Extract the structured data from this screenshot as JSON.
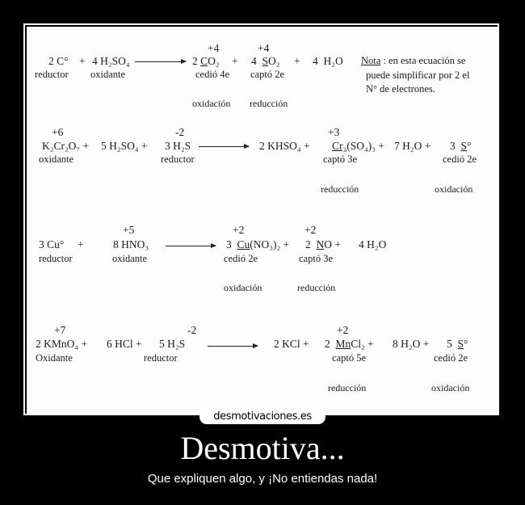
{
  "poster": {
    "watermark": "desmotivaciones.es",
    "title": "Desmotiva...",
    "subtitle": "Que expliquen algo, y ¡No entiendas nada!"
  },
  "colors": {
    "background": "#000000",
    "frame": "#ffffff",
    "canvas": "#fdfdfd",
    "text": "#1a1a1a"
  },
  "equations": [
    {
      "id": "eq1",
      "reactants": [
        "2 C°",
        "+",
        "4 H₂SO₄"
      ],
      "products": [
        "2 CO₂",
        "+",
        "4 SO₂",
        "+",
        "4 H₂O"
      ],
      "oxidation_states": [
        "+4",
        "+4"
      ],
      "roles": [
        "reductor",
        "oxidante"
      ],
      "electrons": [
        "cedió 4e",
        "captó 2e"
      ],
      "processes": [
        "oxidación",
        "reducción"
      ],
      "note": {
        "label": "Nota",
        "line1": " : en esta ecuación se",
        "line2": "puede simplificar por 2 el",
        "line3": "N° de electrones."
      }
    },
    {
      "id": "eq2",
      "reactants": [
        "K₂Cr₂O₇ +",
        "5  H₂SO₄ +",
        "3 H₂S"
      ],
      "products": [
        "2 KHSO₄ +",
        "Cr₂(SO₄)₃ +",
        "7  H₂O +",
        "3  S°"
      ],
      "oxidation_states": [
        "+6",
        "-2",
        "+3"
      ],
      "roles": [
        "oxidante",
        "reductor"
      ],
      "electrons": [
        "captó 3e",
        "cedió  2e"
      ],
      "processes": [
        "reducción",
        "oxidación"
      ]
    },
    {
      "id": "eq3",
      "reactants": [
        "3 Cu°",
        "+",
        "8  HNO₃"
      ],
      "products": [
        "3  Cu(NO₃)₂ +",
        "2  NO +",
        "4 H₂O"
      ],
      "oxidation_states": [
        "+5",
        "+2",
        "+2"
      ],
      "roles": [
        "reductor",
        "oxidante"
      ],
      "electrons": [
        "cedió 2e",
        "captó 3e"
      ],
      "processes": [
        "oxidación",
        "reducción"
      ]
    },
    {
      "id": "eq4",
      "reactants": [
        "2  KMnO₄ +",
        "6  HCl +",
        "5  H₂S"
      ],
      "products": [
        "2  KCl +",
        "2  MnCl₂ +",
        "8  H₂O +",
        "5  S°"
      ],
      "oxidation_states": [
        "+7",
        "-2",
        "+2"
      ],
      "roles": [
        "Oxidante",
        "reductor"
      ],
      "electrons": [
        "captó 5e",
        "cedió 2e"
      ],
      "processes": [
        "reducción",
        "oxidación"
      ]
    }
  ]
}
